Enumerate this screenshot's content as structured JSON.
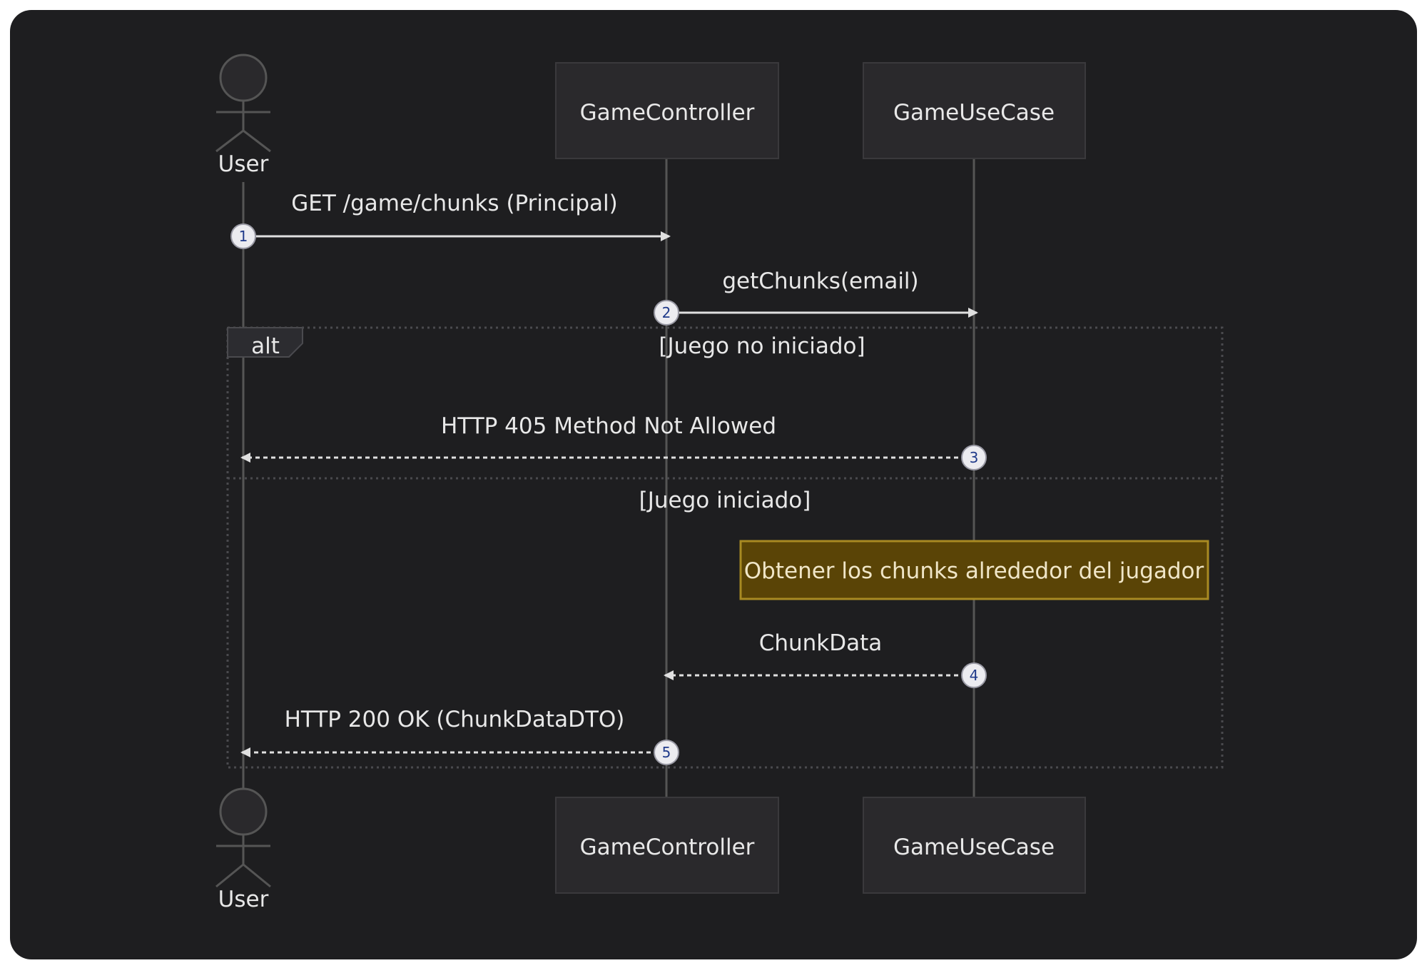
{
  "participants": {
    "user": "User",
    "controller": "GameController",
    "usecase": "GameUseCase"
  },
  "messages": [
    {
      "num": "1",
      "label": "GET /game/chunks (Principal)"
    },
    {
      "num": "2",
      "label": "getChunks(email)"
    },
    {
      "num": "3",
      "label": "HTTP 405 Method Not Allowed"
    },
    {
      "num": "4",
      "label": "ChunkData"
    },
    {
      "num": "5",
      "label": "HTTP 200 OK (ChunkDataDTO)"
    }
  ],
  "alt": {
    "keyword": "alt",
    "condition_1": "[Juego no iniciado]",
    "condition_2": "[Juego iniciado]"
  },
  "note": "Obtener los chunks alrededor del jugador",
  "colors": {
    "background": "#1e1e20",
    "participant_box": "#2a292c",
    "lifeline": "#555555",
    "arrow": "#e0e0e0",
    "note_fill": "#5a4406",
    "note_border": "#a88a22",
    "number_badge": "#ececf0"
  }
}
